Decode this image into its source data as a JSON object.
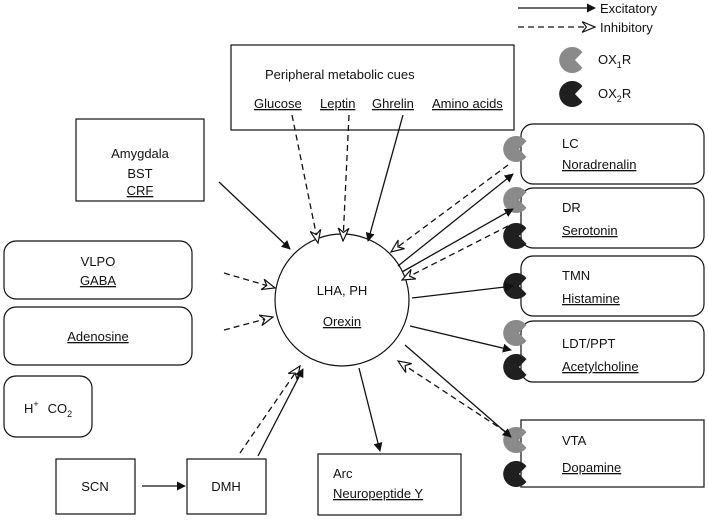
{
  "legend": {
    "excitatory": "Excitatory",
    "inhibitory": "Inhibitory",
    "ox1r": {
      "base": "OX",
      "sub": "1",
      "tail": "R"
    },
    "ox2r": {
      "base": "OX",
      "sub": "2",
      "tail": "R"
    }
  },
  "center": {
    "title": "LHA, PH",
    "subtitle": "Orexin"
  },
  "peripheral": {
    "title": "Peripheral metabolic cues",
    "items": [
      "Glucose",
      "Leptin",
      "Ghrelin",
      "Amino acids"
    ]
  },
  "amygdala": {
    "title": "Amygdala",
    "line2": "BST",
    "line3": "CRF"
  },
  "vlpo": {
    "title": "VLPO",
    "sub": "GABA"
  },
  "adenosine": {
    "title": "Adenosine"
  },
  "gases": {
    "h": "H",
    "plus": "+",
    "co": "CO",
    "two": "2"
  },
  "scn": {
    "title": "SCN"
  },
  "dmh": {
    "title": "DMH"
  },
  "arc": {
    "title": "Arc",
    "sub": "Neuropeptide Y"
  },
  "targets": {
    "lc": {
      "title": "LC",
      "sub": "Noradrenalin"
    },
    "dr": {
      "title": "DR",
      "sub": "Serotonin"
    },
    "tmn": {
      "title": "TMN",
      "sub": "Histamine"
    },
    "ldt": {
      "title": "LDT/PPT",
      "sub": "Acetylcholine"
    },
    "vta": {
      "title": "VTA",
      "sub": "Dopamine"
    }
  },
  "colors": {
    "ox1r": "#8a8a8a",
    "ox2r": "#1f1f1f",
    "line": "#111111"
  }
}
